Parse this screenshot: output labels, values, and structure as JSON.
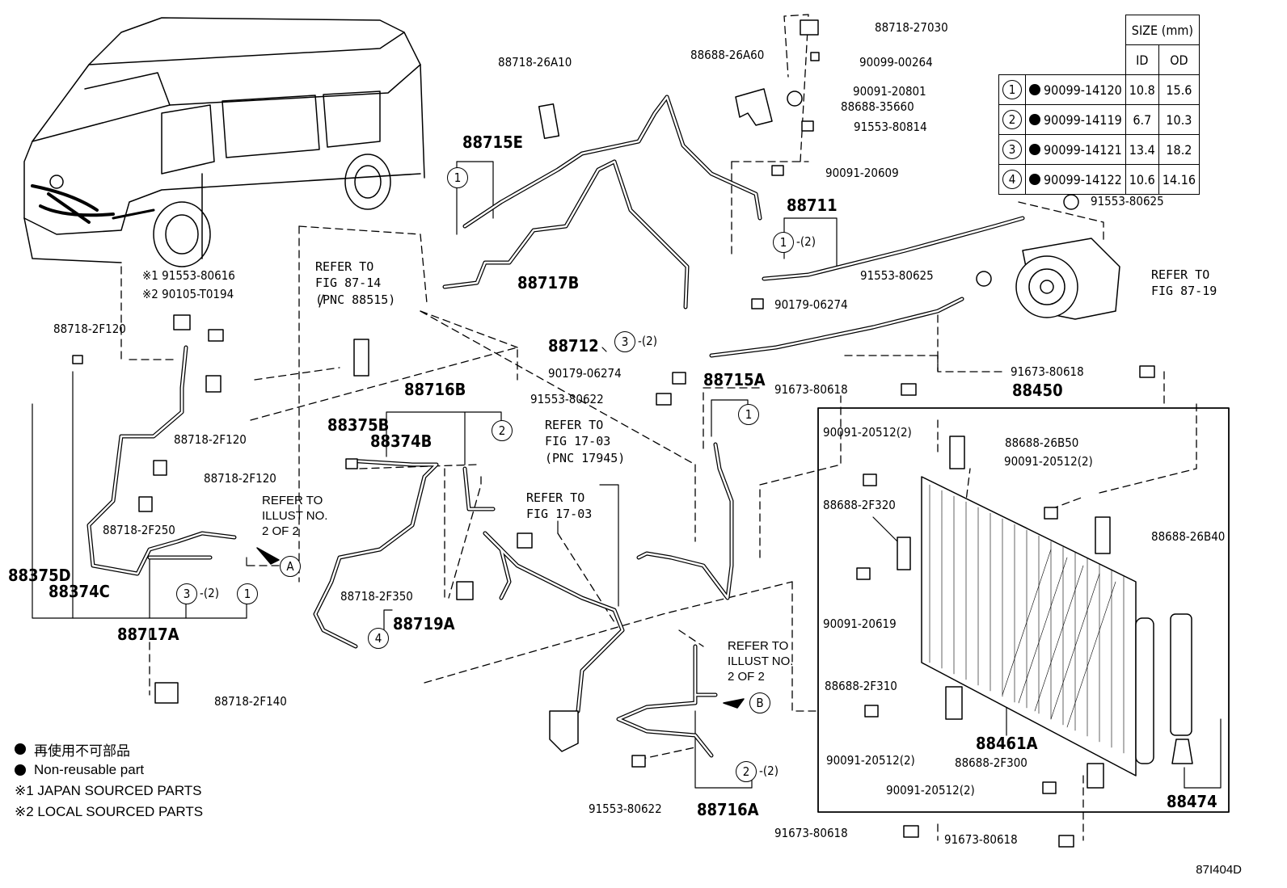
{
  "figure_code": "87I404D",
  "size_table": {
    "header": "SIZE (mm)",
    "columns": [
      "ID",
      "OD"
    ],
    "rows": [
      {
        "ref": "1",
        "part": "90099-14120",
        "id": "10.8",
        "od": "15.6"
      },
      {
        "ref": "2",
        "part": "90099-14119",
        "id": "6.7",
        "od": "10.3"
      },
      {
        "ref": "3",
        "part": "90099-14121",
        "id": "13.4",
        "od": "18.2"
      },
      {
        "ref": "4",
        "part": "90099-14122",
        "id": "10.6",
        "od": "14.16"
      }
    ]
  },
  "legend": {
    "non_reusable_jp": "再使用不可部品",
    "non_reusable_en": "Non-reusable part",
    "note1": "※1 JAPAN SOURCED PARTS",
    "note2": "※2 LOCAL SOURCED PARTS"
  },
  "refer": {
    "fig_87_14": [
      "REFER TO",
      "FIG 87-14",
      "(PNC 88515)"
    ],
    "fig_17_03_pnc": [
      "REFER TO",
      "FIG 17-03",
      "(PNC 17945)"
    ],
    "fig_17_03": [
      "REFER TO",
      "FIG 17-03"
    ],
    "fig_87_19": [
      "REFER TO",
      "FIG 87-19"
    ],
    "illust_a": [
      "REFER TO",
      "ILLUST NO.",
      "2 OF 2"
    ],
    "illust_b": [
      "REFER TO",
      "ILLUST NO.",
      "2 OF 2"
    ]
  },
  "sourced": {
    "j1": "※1 91553-80616",
    "j2": "※2 90105-T0194"
  },
  "assemblies": {
    "a88715E": "88715E",
    "a88717B": "88717B",
    "a88711": "88711",
    "a88712": "88712",
    "a88716B": "88716B",
    "a88375B": "88375B",
    "a88374B": "88374B",
    "a88715A": "88715A",
    "a88450": "88450",
    "a88375D": "88375D",
    "a88374C": "88374C",
    "a88717A": "88717A",
    "a88719A": "88719A",
    "a88716A": "88716A",
    "a88461A": "88461A",
    "a88474": "88474"
  },
  "callouts": {
    "c1": "1",
    "c2": "2",
    "c3": "3",
    "c4": "4",
    "x2": "-(2)",
    "A": "A",
    "B": "B"
  },
  "parts": {
    "p88718_27030": "88718-27030",
    "p88688_26A60": "88688-26A60",
    "p90099_00264": "90099-00264",
    "p90091_20801": "90091-20801",
    "p88688_35660": "88688-35660",
    "p91553_80814": "91553-80814",
    "p90091_20609": "90091-20609",
    "p88718_26A10": "88718-26A10",
    "p91553_80625a": "91553-80625",
    "p91553_80625b": "91553-80625",
    "p90179_06274a": "90179-06274",
    "p90179_06274b": "90179-06274",
    "p91553_80622a": "91553-80622",
    "p91553_80622b": "91553-80622",
    "p91673_80618a": "91673-80618",
    "p91673_80618b": "91673-80618",
    "p91673_80618c": "91673-80618",
    "p91673_80618d": "91673-80618",
    "p90091_20512a": "90091-20512(2)",
    "p90091_20512b": "90091-20512(2)",
    "p90091_20512c": "90091-20512(2)",
    "p90091_20512d": "90091-20512(2)",
    "p88688_26B50": "88688-26B50",
    "p88688_2F320": "88688-2F320",
    "p88688_26B40": "88688-26B40",
    "p90091_20619": "90091-20619",
    "p88688_2F310": "88688-2F310",
    "p88688_2F300": "88688-2F300",
    "p88718_2F120a": "88718-2F120",
    "p88718_2F120b": "88718-2F120",
    "p88718_2F120c": "88718-2F120",
    "p88718_2F250": "88718-2F250",
    "p88718_2F350": "88718-2F350",
    "p88718_2F140": "88718-2F140"
  }
}
